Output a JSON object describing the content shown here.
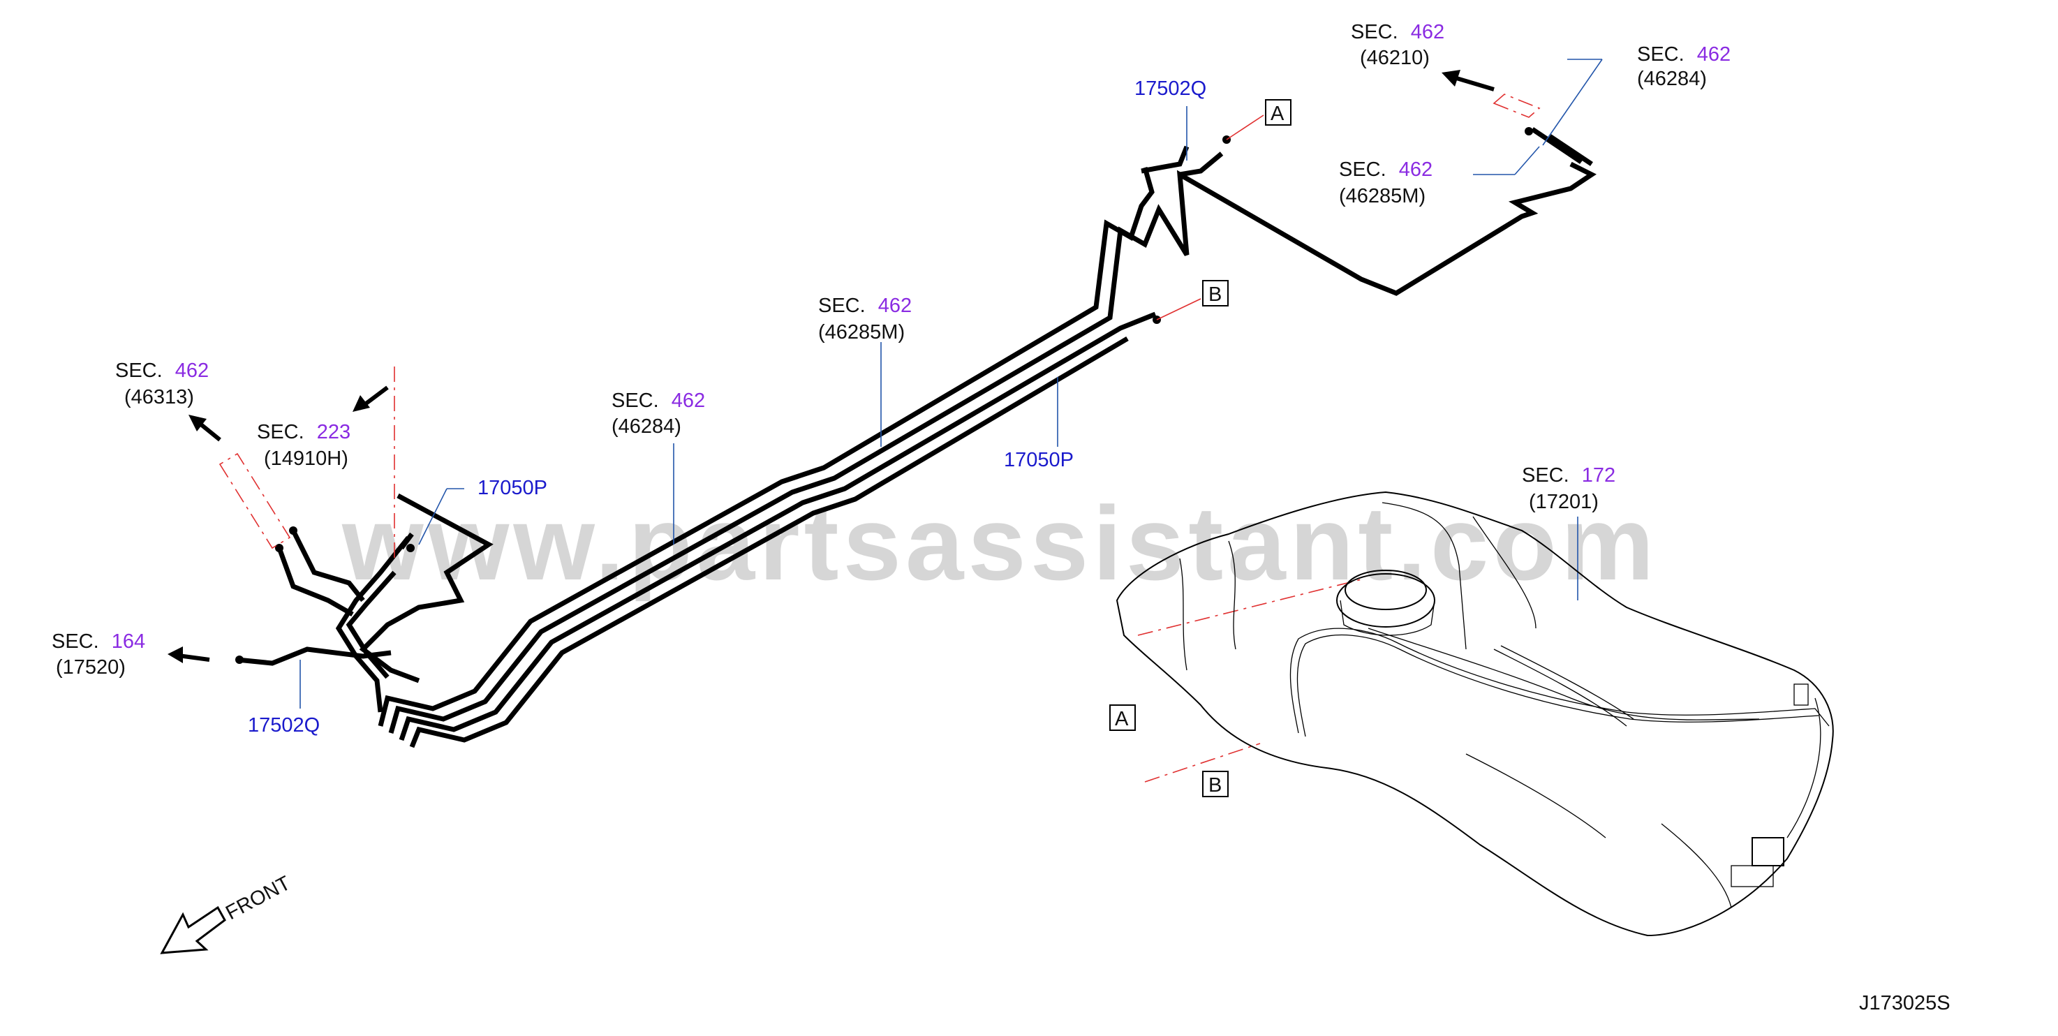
{
  "watermark": "www.partsassistant.com",
  "diagram_code": "J173025S",
  "front_label": "FRONT",
  "callout_boxes": {
    "a": "A",
    "b": "B"
  },
  "sections": {
    "s46210": {
      "prefix": "SEC.",
      "num": "462",
      "part": "(46210)"
    },
    "s46284_top": {
      "prefix": "SEC.",
      "num": "462",
      "part": "(46284)"
    },
    "s46285M_top": {
      "prefix": "SEC.",
      "num": "462",
      "part": "(46285M)"
    },
    "s46285M_mid": {
      "prefix": "SEC.",
      "num": "462",
      "part": "(46285M)"
    },
    "s46284_mid": {
      "prefix": "SEC.",
      "num": "462",
      "part": "(46284)"
    },
    "s46313": {
      "prefix": "SEC.",
      "num": "462",
      "part": "(46313)"
    },
    "s14910H": {
      "prefix": "SEC.",
      "num": "223",
      "part": "(14910H)"
    },
    "s17520": {
      "prefix": "SEC.",
      "num": "164",
      "part": "(17520)"
    },
    "s17201": {
      "prefix": "SEC.",
      "num": "172",
      "part": "(17201)"
    }
  },
  "part_labels": {
    "p17502Q_top": "17502Q",
    "p17050P_mid": "17050P",
    "p17050P_left": "17050P",
    "p17502Q_left": "17502Q"
  },
  "colors": {
    "section_number": "#8a2be2",
    "part_number": "#1a1acc",
    "leader": "#2255aa",
    "callout_line": "#e03030"
  }
}
